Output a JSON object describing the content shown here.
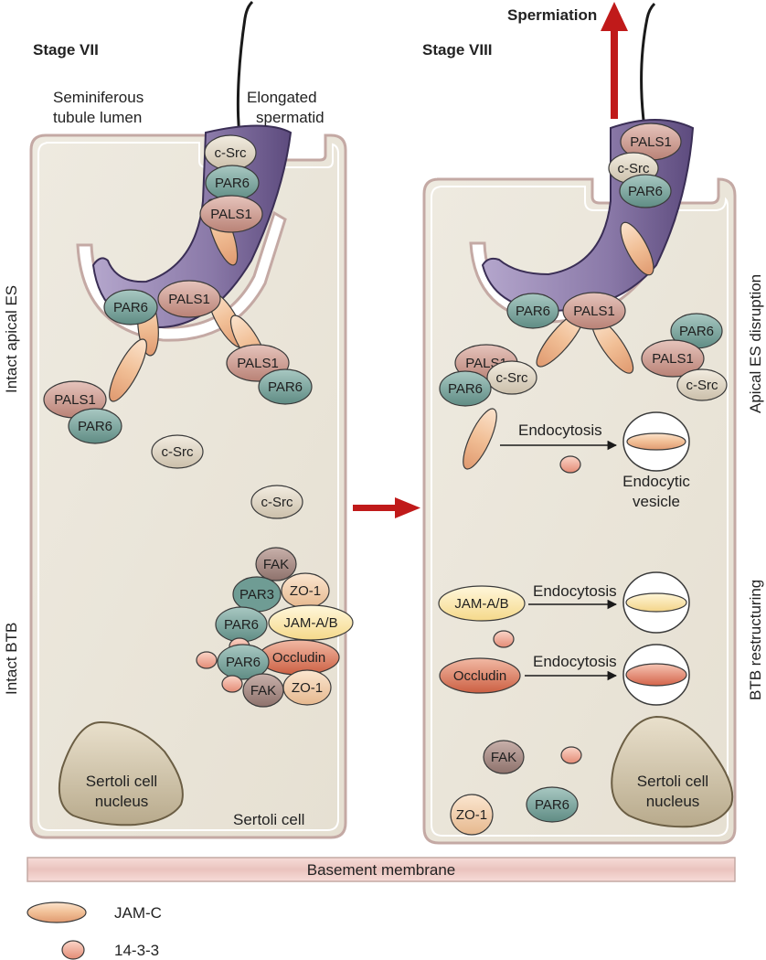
{
  "labels": {
    "stage_left": "Stage VII",
    "stage_right": "Stage VIII",
    "spermiation": "Spermiation",
    "lumen_line1": "Seminiferous",
    "lumen_line2": "tubule lumen",
    "spermatid_line1": "Elongated",
    "spermatid_line2": "spermatid",
    "intact_apical_es": "Intact apical ES",
    "intact_btb": "Intact BTB",
    "apical_es_disruption": "Apical ES disruption",
    "btb_restructuring": "BTB restructuring",
    "endocytosis_1": "Endocytosis",
    "endocytosis_2": "Endocytosis",
    "endocytosis_3": "Endocytosis",
    "endocytic_vesicle_line1": "Endocytic",
    "endocytic_vesicle_line2": "vesicle",
    "sertoli_nucleus_left_line1": "Sertoli cell",
    "sertoli_nucleus_left_line2": "nucleus",
    "sertoli_nucleus_right_line1": "Sertoli cell",
    "sertoli_nucleus_right_line2": "nucleus",
    "sertoli_cell": "Sertoli cell",
    "basement_membrane": "Basement membrane"
  },
  "legend": {
    "jam_c": "JAM-C",
    "p1433": "14-3-3"
  },
  "proteins": {
    "csrc": "c-Src",
    "par6": "PAR6",
    "pals1": "PALS1",
    "par3": "PAR3",
    "fak": "FAK",
    "zo1": "ZO-1",
    "jamab": "JAM-A/B",
    "occludin": "Occludin"
  },
  "colors": {
    "background": "#ffffff",
    "cell_fill": "#eeeae0",
    "cell_border": "#c4a9a4",
    "spermatid_dark": "#6e5a8e",
    "spermatid_light": "#b4a6cc",
    "par6": "#6f9c94",
    "pals1": "#c99890",
    "csrc": "#d9cfbe",
    "fak": "#a08580",
    "zo1": "#efcfae",
    "jamab": "#fbe8b2",
    "occludin": "#d97a5e",
    "par3": "#6f9c94",
    "jam_c": "#f1bf96",
    "p1433": "#efaa98",
    "nucleus": "#d4c9b0",
    "arrow_red": "#c01a1a",
    "membrane": "#eac8c4"
  }
}
